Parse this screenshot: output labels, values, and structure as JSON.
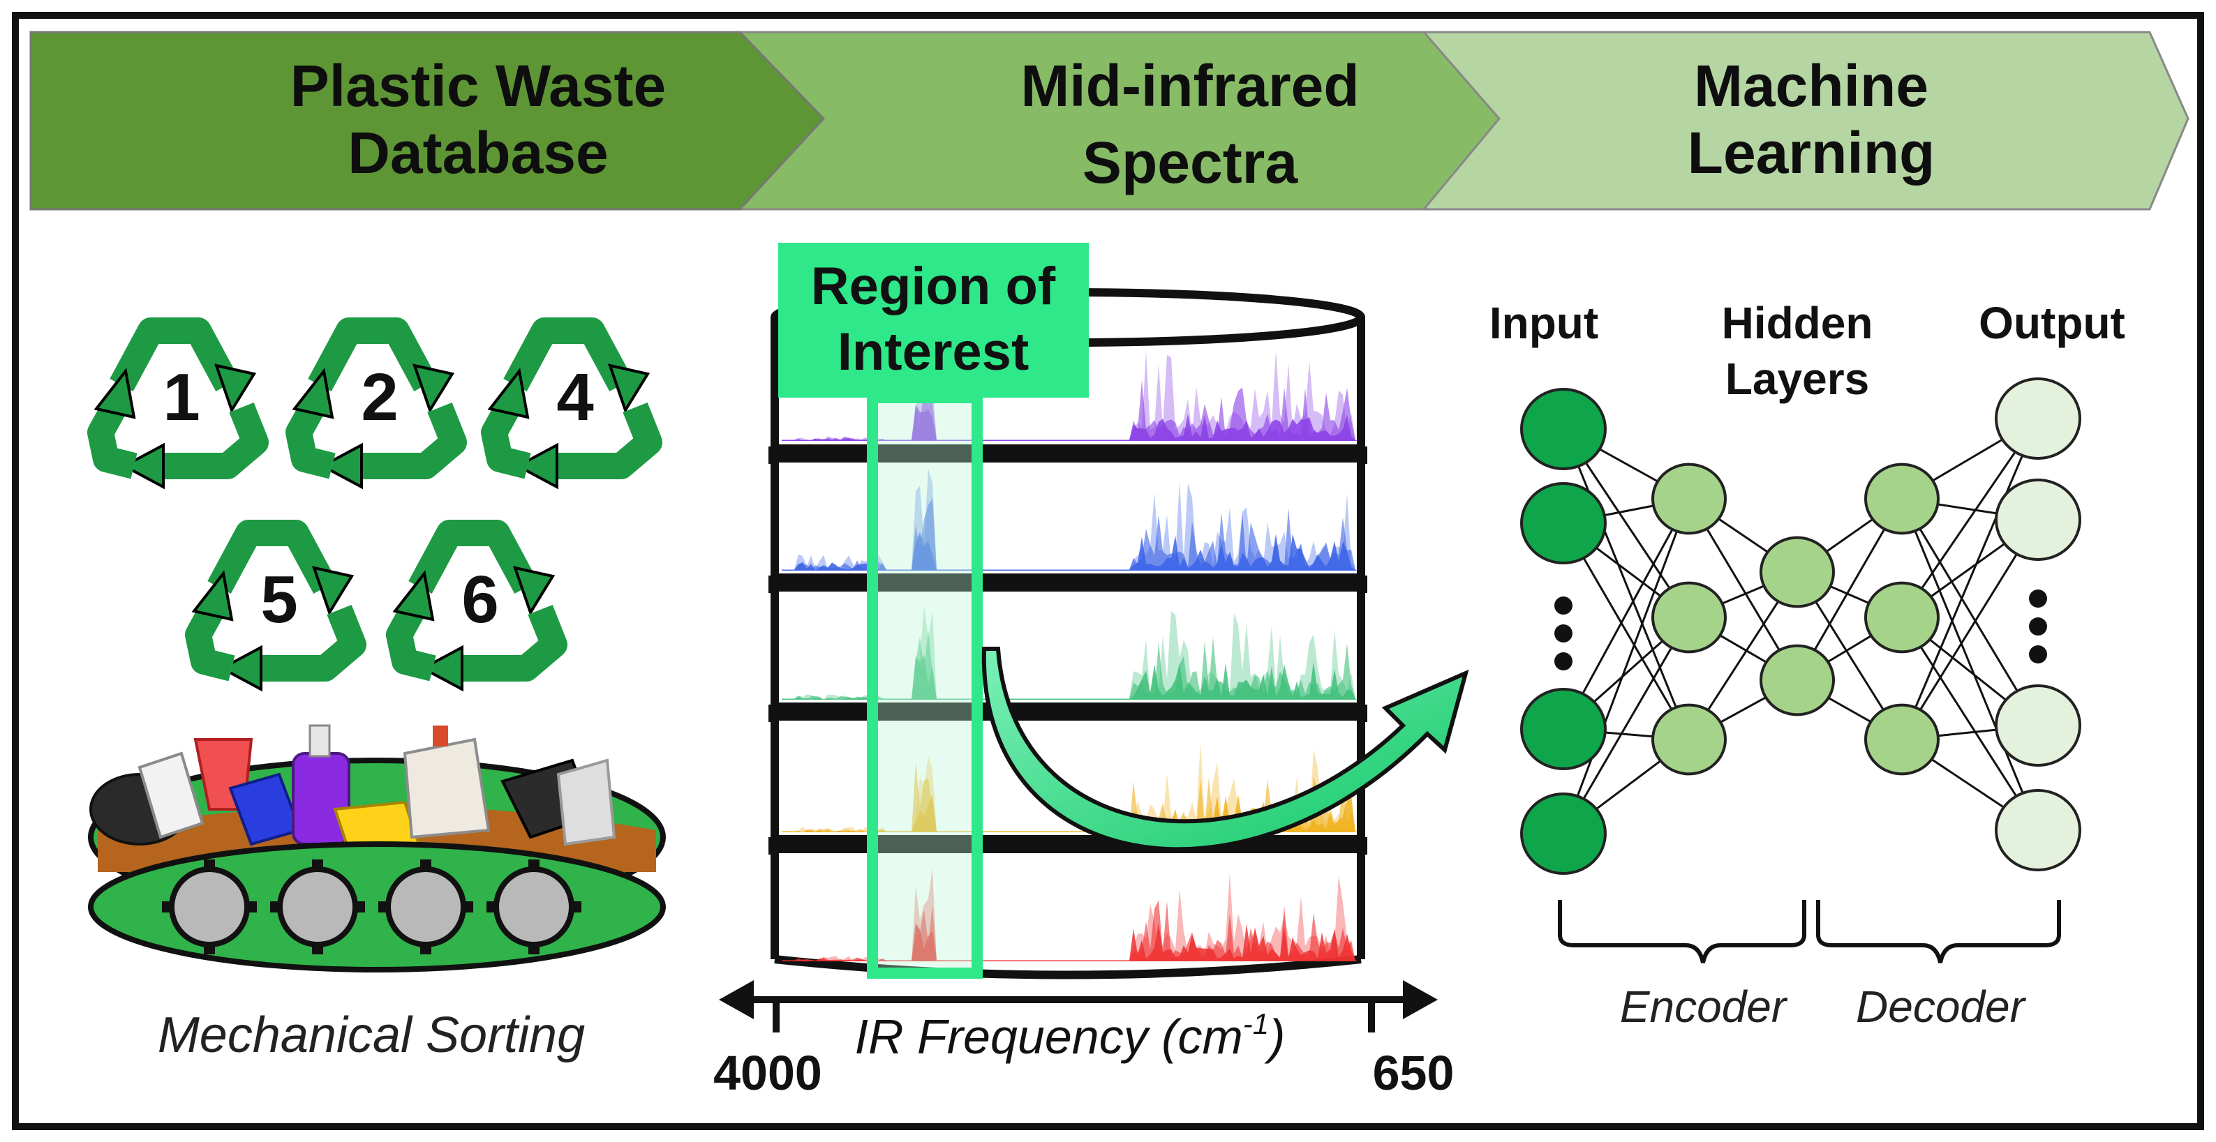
{
  "banner": {
    "step1": {
      "line1": "Plastic Waste",
      "line2": "Database"
    },
    "step2": {
      "line1": "Mid-infrared",
      "line2": "Spectra"
    },
    "step3": {
      "line1": "Machine",
      "line2": "Learning"
    },
    "colors": {
      "step1": "#5e9636",
      "step2": "#87bb66",
      "step3": "#b5d5a2"
    }
  },
  "sorting": {
    "recycle_codes": [
      "1",
      "2",
      "4",
      "5",
      "6"
    ],
    "caption": "Mechanical Sorting",
    "recycle_color": "#1e9a44",
    "belt_color": "#2fb34a"
  },
  "spectra": {
    "roi_line1": "Region of",
    "roi_line2": "Interest",
    "roi_color": "#2fe889",
    "axis_label": "IR Frequency (cm",
    "axis_sup": "-1",
    "axis_close": ")",
    "tick_left": "4000",
    "tick_right": "650",
    "series_colors": [
      "#8a3ee6",
      "#3b63e6",
      "#3fc07a",
      "#f0b01c",
      "#ef3030"
    ]
  },
  "network": {
    "input_label": "Input",
    "hidden_line1": "Hidden",
    "hidden_line2": "Layers",
    "output_label": "Output",
    "encoder_label": "Encoder",
    "decoder_label": "Decoder",
    "colors": {
      "input": "#0fa54a",
      "hidden": "#a6d38a",
      "output": "#e4f1dc"
    }
  }
}
